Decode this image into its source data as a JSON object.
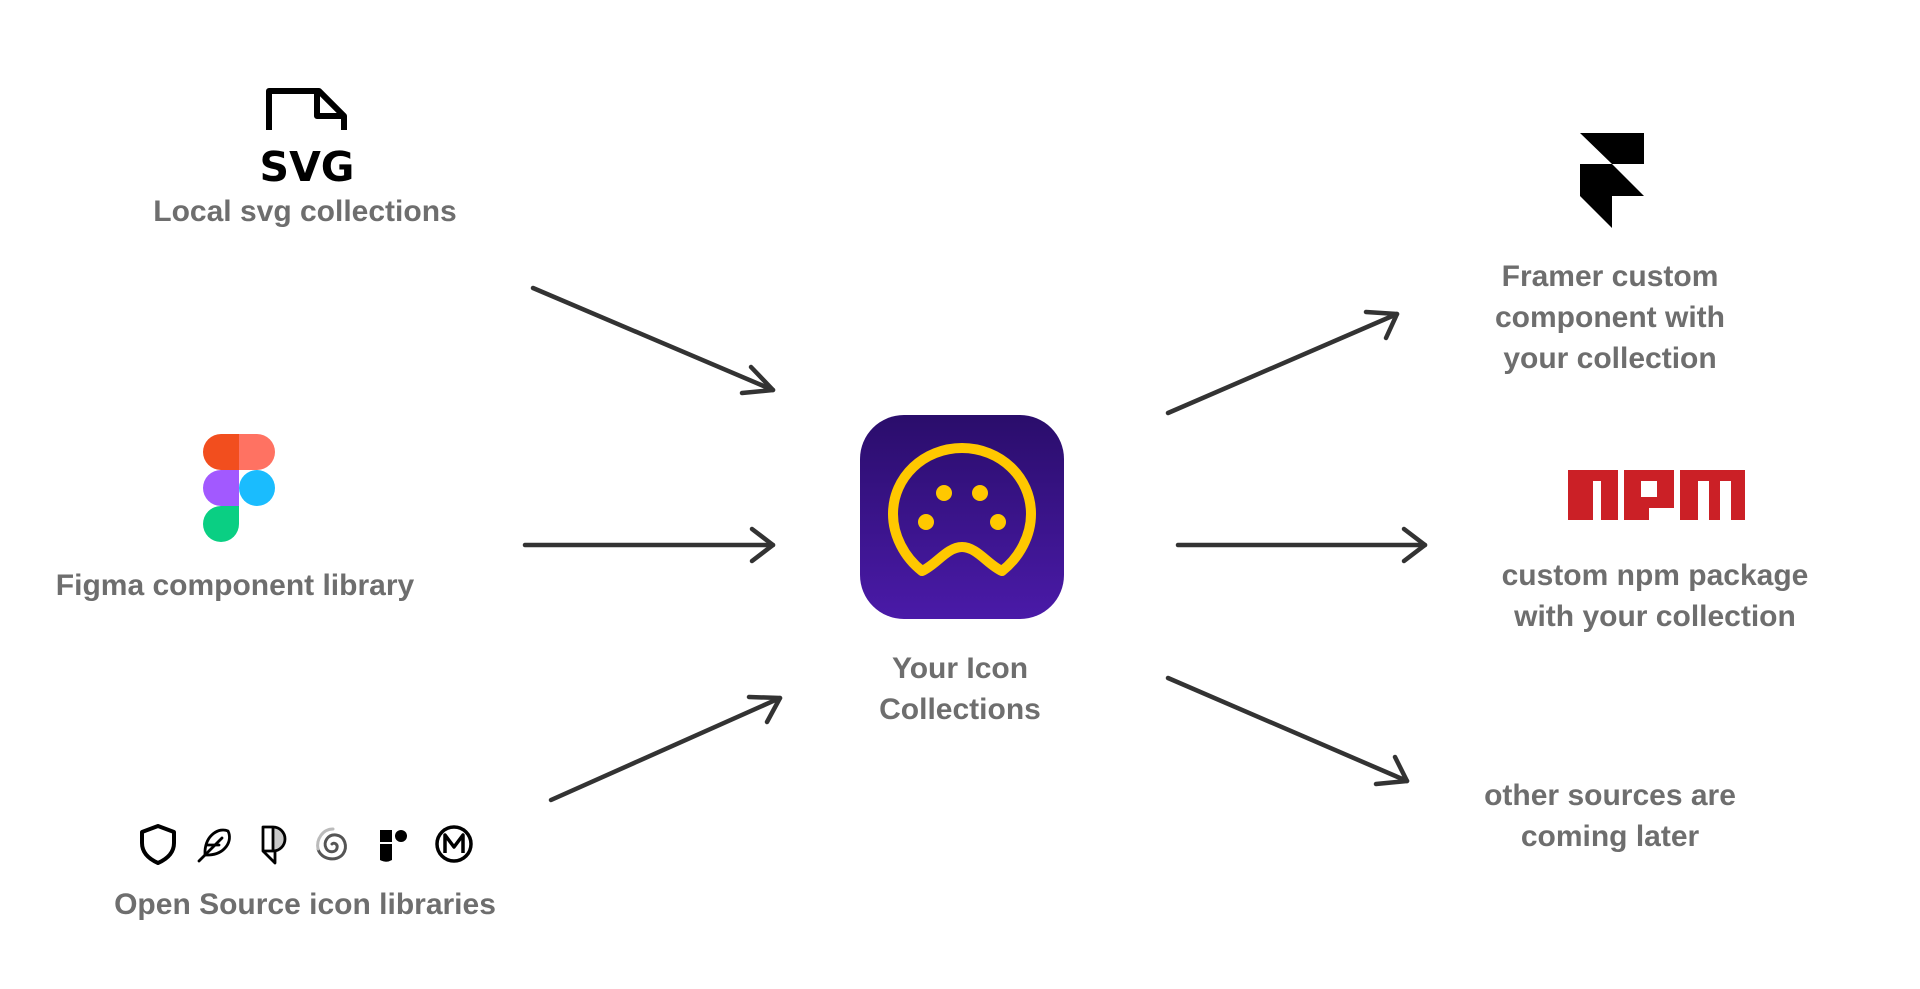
{
  "inputs": {
    "local_svg": {
      "icon_text": "SVG",
      "label": "Local svg collections"
    },
    "figma": {
      "label": "Figma component library"
    },
    "open_source": {
      "label": "Open Source icon libraries",
      "icons": [
        "shield-icon",
        "feather-icon",
        "phosphor-icon",
        "spiral-icon",
        "radix-icon",
        "material-icon"
      ]
    }
  },
  "center": {
    "label_line1": "Your Icon",
    "label_line2": "Collections",
    "colors": {
      "bg_top": "#2a0d6b",
      "bg_bottom": "#4a1aa8",
      "glyph": "#ffc800"
    }
  },
  "outputs": {
    "framer": {
      "line1": "Framer custom",
      "line2": "component with",
      "line3": "your collection"
    },
    "npm": {
      "logo_text": "npm",
      "line1": "custom npm package",
      "line2": "with your collection",
      "color": "#cb2026"
    },
    "other": {
      "line1": "other sources are",
      "line2": "coming later"
    }
  }
}
